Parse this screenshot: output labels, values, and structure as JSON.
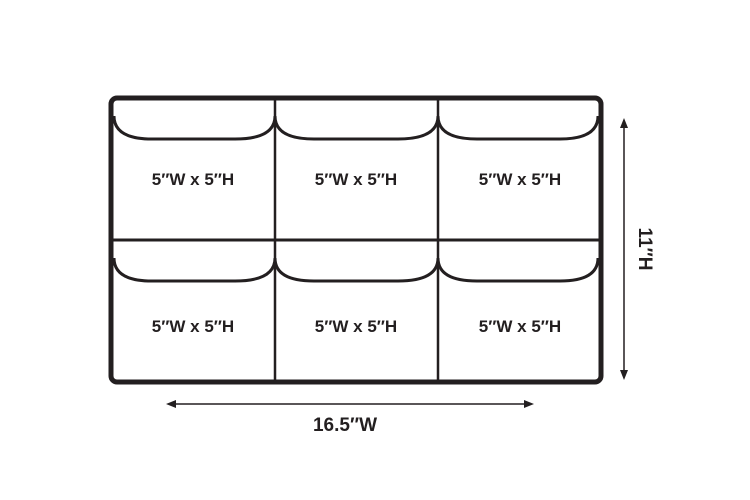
{
  "colors": {
    "ink": "#231f20",
    "background": "#ffffff"
  },
  "pockets": [
    {
      "size": "5″W x 5″H"
    },
    {
      "size": "5″W x 5″H"
    },
    {
      "size": "5″W x 5″H"
    },
    {
      "size": "5″W x 5″H"
    },
    {
      "size": "5″W x 5″H"
    },
    {
      "size": "5″W x 5″H"
    }
  ],
  "dimensions": {
    "width_label": "16.5″W",
    "height_label": "11″H"
  }
}
